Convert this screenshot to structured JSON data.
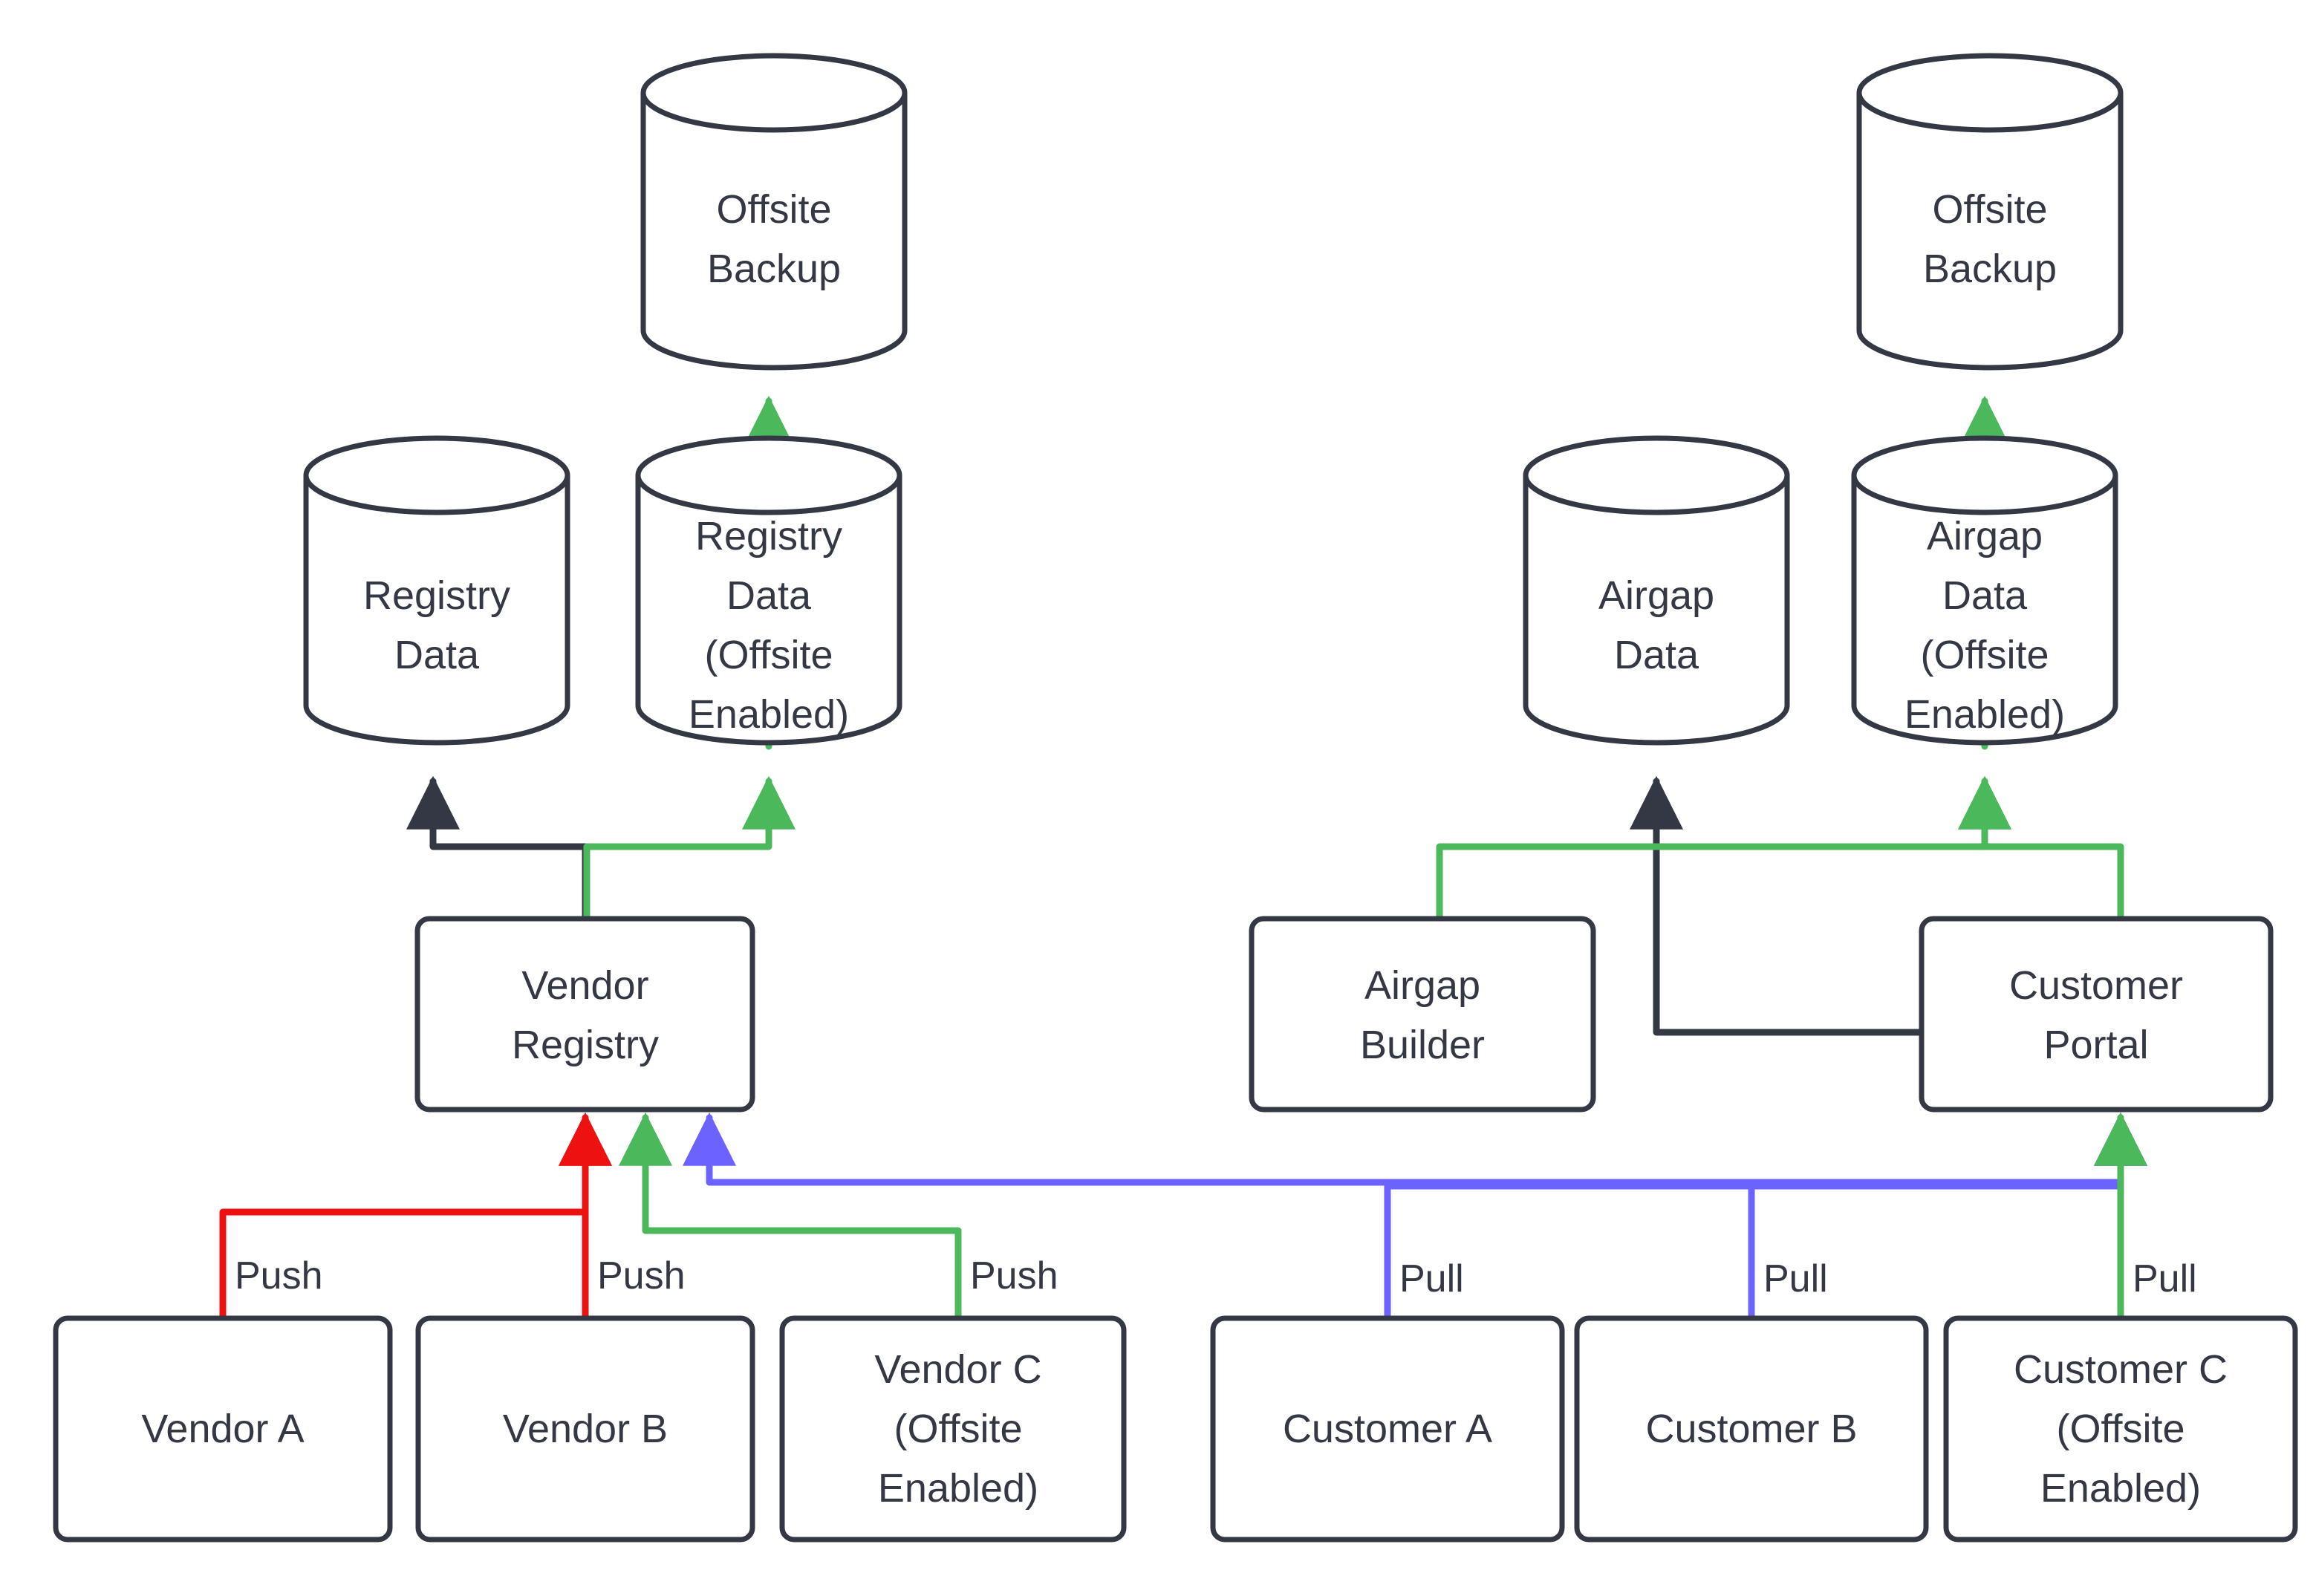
{
  "diagram": {
    "type": "flowchart",
    "background": "#ffffff",
    "palette": {
      "stroke": "#333844",
      "fill": "#ffffff",
      "text": "#333844",
      "green": "#4cb85c",
      "red": "#ee1111",
      "blue": "#6c63ff",
      "dark": "#333844"
    },
    "nodes": {
      "offsite_backup_left": {
        "label_line1": "Offsite",
        "label_line2": "Backup",
        "shape": "cylinder"
      },
      "offsite_backup_right": {
        "label_line1": "Offsite",
        "label_line2": "Backup",
        "shape": "cylinder"
      },
      "registry_data": {
        "label_line1": "Registry",
        "label_line2": "Data",
        "shape": "cylinder"
      },
      "registry_data_offsite": {
        "label_line1": "Registry",
        "label_line2": "Data",
        "label_line3": "(Offsite",
        "label_line4": "Enabled)",
        "shape": "cylinder"
      },
      "airgap_data": {
        "label_line1": "Airgap",
        "label_line2": "Data",
        "shape": "cylinder"
      },
      "airgap_data_offsite": {
        "label_line1": "Airgap",
        "label_line2": "Data",
        "label_line3": "(Offsite",
        "label_line4": "Enabled)",
        "shape": "cylinder"
      },
      "vendor_registry": {
        "label_line1": "Vendor",
        "label_line2": "Registry",
        "shape": "box"
      },
      "airgap_builder": {
        "label_line1": "Airgap",
        "label_line2": "Builder",
        "shape": "box"
      },
      "customer_portal": {
        "label_line1": "Customer",
        "label_line2": "Portal",
        "shape": "box"
      },
      "vendor_a": {
        "label_line1": "Vendor A",
        "shape": "box"
      },
      "vendor_b": {
        "label_line1": "Vendor B",
        "shape": "box"
      },
      "vendor_c": {
        "label_line1": "Vendor C",
        "label_line2": "(Offsite",
        "label_line3": "Enabled)",
        "shape": "box"
      },
      "customer_a": {
        "label_line1": "Customer A",
        "shape": "box"
      },
      "customer_b": {
        "label_line1": "Customer B",
        "shape": "box"
      },
      "customer_c": {
        "label_line1": "Customer C",
        "label_line2": "(Offsite",
        "label_line3": "Enabled)",
        "shape": "box"
      }
    },
    "edge_labels": {
      "vendor_a_push": "Push",
      "vendor_b_push": "Push",
      "vendor_c_push": "Push",
      "customer_a_pull": "Pull",
      "customer_b_pull": "Pull",
      "customer_c_pull": "Pull"
    },
    "edges": [
      {
        "from": "registry_data_offsite",
        "to": "offsite_backup_left",
        "color": "green",
        "label": ""
      },
      {
        "from": "vendor_registry",
        "to": "registry_data",
        "color": "dark",
        "label": ""
      },
      {
        "from": "vendor_registry",
        "to": "registry_data_offsite",
        "color": "green",
        "label": ""
      },
      {
        "from": "vendor_a",
        "to": "vendor_registry",
        "color": "red",
        "label": "Push"
      },
      {
        "from": "vendor_b",
        "to": "vendor_registry",
        "color": "red",
        "label": "Push"
      },
      {
        "from": "vendor_c",
        "to": "vendor_registry",
        "color": "green",
        "label": "Push"
      },
      {
        "from": "customer_portal",
        "to": "vendor_registry",
        "color": "blue",
        "label": ""
      },
      {
        "from": "airgap_data_offsite",
        "to": "offsite_backup_right",
        "color": "green",
        "label": ""
      },
      {
        "from": "customer_portal",
        "to": "airgap_data",
        "color": "dark",
        "label": ""
      },
      {
        "from": "airgap_builder",
        "to": "airgap_data_offsite",
        "color": "green",
        "label": ""
      },
      {
        "from": "customer_portal",
        "to": "airgap_data_offsite",
        "color": "green",
        "label": ""
      },
      {
        "from": "customer_a",
        "to": "customer_portal",
        "color": "blue",
        "label": "Pull"
      },
      {
        "from": "customer_b",
        "to": "customer_portal",
        "color": "blue",
        "label": "Pull"
      },
      {
        "from": "customer_c",
        "to": "customer_portal",
        "color": "green",
        "label": "Pull"
      }
    ]
  }
}
